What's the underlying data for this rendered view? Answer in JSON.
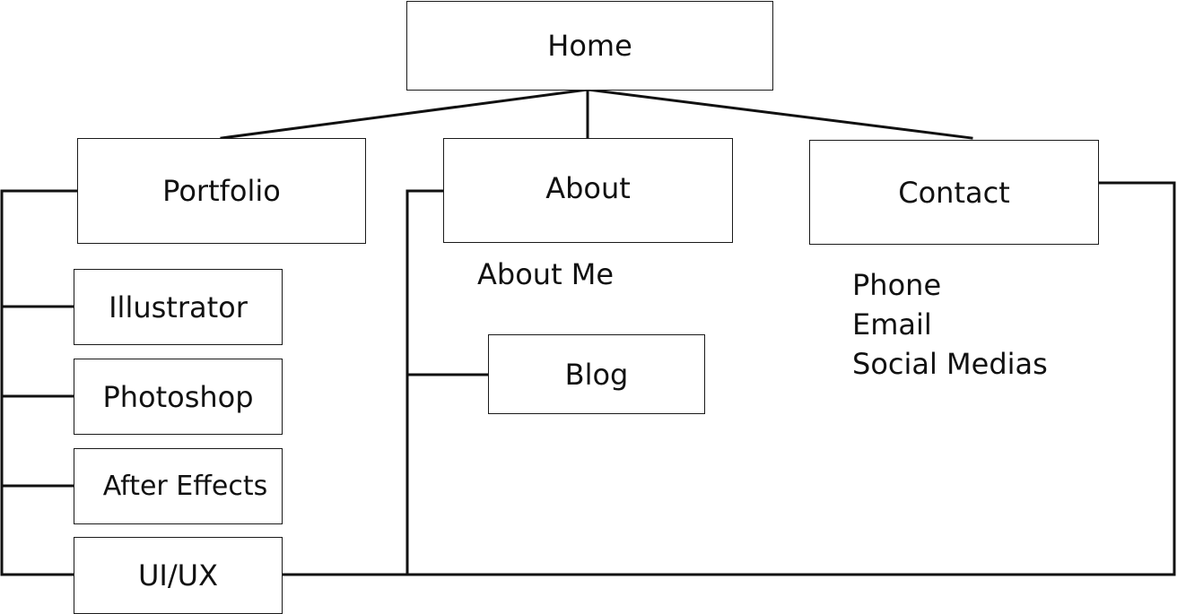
{
  "home": {
    "label": "Home"
  },
  "sections": [
    {
      "label": "Portfolio"
    },
    {
      "label": "About"
    },
    {
      "label": "Contact"
    }
  ],
  "portfolio": {
    "children": [
      {
        "label": "Illustrator"
      },
      {
        "label": "Photoshop"
      },
      {
        "label": "After Effects"
      },
      {
        "label": "UI/UX"
      }
    ]
  },
  "about": {
    "note": "About Me",
    "children": [
      {
        "label": "Blog"
      }
    ]
  },
  "contact": {
    "items": [
      "Phone",
      "Email",
      "Social Medias"
    ]
  }
}
